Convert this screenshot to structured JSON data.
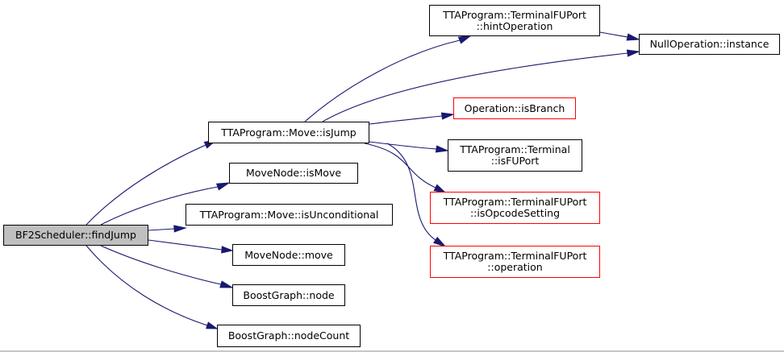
{
  "colors": {
    "edge": "#191970",
    "root_fill": "#bfbfbf",
    "truncated_border": "#ff0000",
    "normal_border": "#000000"
  },
  "nodes": {
    "find_jump": {
      "lines": [
        "BF2Scheduler::findJump"
      ]
    },
    "move_is_jump": {
      "lines": [
        "TTAProgram::Move::isJump"
      ]
    },
    "movenode_is_move": {
      "lines": [
        "MoveNode::isMove"
      ]
    },
    "move_is_unconditional": {
      "lines": [
        "TTAProgram::Move::isUnconditional"
      ]
    },
    "movenode_move": {
      "lines": [
        "MoveNode::move"
      ]
    },
    "boostgraph_node": {
      "lines": [
        "BoostGraph::node"
      ]
    },
    "boostgraph_nodecount": {
      "lines": [
        "BoostGraph::nodeCount"
      ]
    },
    "hint_operation": {
      "lines": [
        "TTAProgram::TerminalFUPort",
        "::hintOperation"
      ]
    },
    "null_operation_instance": {
      "lines": [
        "NullOperation::instance"
      ]
    },
    "operation_is_branch": {
      "lines": [
        "Operation::isBranch"
      ]
    },
    "terminal_is_fuport": {
      "lines": [
        "TTAProgram::Terminal",
        "::isFUPort"
      ]
    },
    "is_opcode_setting": {
      "lines": [
        "TTAProgram::TerminalFUPort",
        "::isOpcodeSetting"
      ]
    },
    "fuport_operation": {
      "lines": [
        "TTAProgram::TerminalFUPort",
        "::operation"
      ]
    }
  }
}
